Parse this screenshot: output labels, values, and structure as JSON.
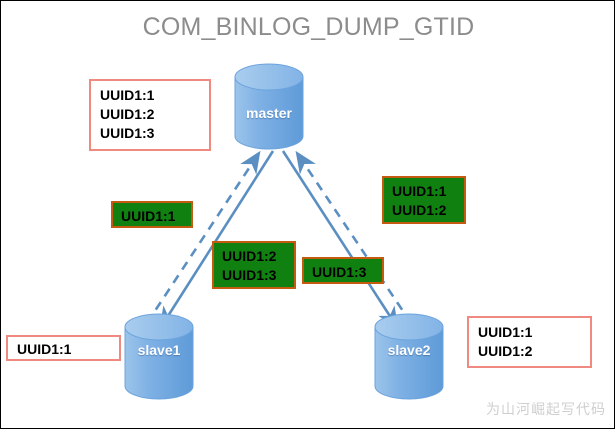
{
  "title": "COM_BINLOG_DUMP_GTID",
  "colors": {
    "title_text": "#8c8c8c",
    "red_note_border": "#f08a80",
    "green_note_fill": "#108010",
    "green_note_border": "#c55a11",
    "cylinder_fill": "#7fb1e5",
    "arrow": "#5b8fc2",
    "watermark": "#cfcfcf",
    "canvas_border": "#000000"
  },
  "nodes": [
    {
      "id": "master",
      "label": "master"
    },
    {
      "id": "slave1",
      "label": "slave1"
    },
    {
      "id": "slave2",
      "label": "slave2"
    }
  ],
  "notes": {
    "master_red": {
      "style": "red",
      "lines": [
        "UUID1:1",
        "UUID1:2",
        "UUID1:3"
      ]
    },
    "slave1_red": {
      "style": "red",
      "lines": [
        "UUID1:1"
      ]
    },
    "slave2_red": {
      "style": "red",
      "lines": [
        "UUID1:1",
        "UUID1:2"
      ]
    },
    "slave1_request_green": {
      "style": "green",
      "lines": [
        "UUID1:1"
      ]
    },
    "master_to_slave1_green": {
      "style": "green",
      "lines": [
        "UUID1:2",
        "UUID1:3"
      ]
    },
    "master_to_slave2_green": {
      "style": "green",
      "lines": [
        "UUID1:3"
      ]
    },
    "slave2_request_green": {
      "style": "green",
      "lines": [
        "UUID1:1",
        "UUID1:2"
      ]
    }
  },
  "edges": [
    {
      "id": "slave1-to-master",
      "from": "slave1",
      "to": "master",
      "style": "dashed",
      "direction": "up"
    },
    {
      "id": "master-to-slave1",
      "from": "master",
      "to": "slave1",
      "style": "solid",
      "direction": "down"
    },
    {
      "id": "slave2-to-master",
      "from": "slave2",
      "to": "master",
      "style": "dashed",
      "direction": "up"
    },
    {
      "id": "master-to-slave2",
      "from": "master",
      "to": "slave2",
      "style": "solid",
      "direction": "down"
    }
  ],
  "watermark": "为山河崛起写代码"
}
